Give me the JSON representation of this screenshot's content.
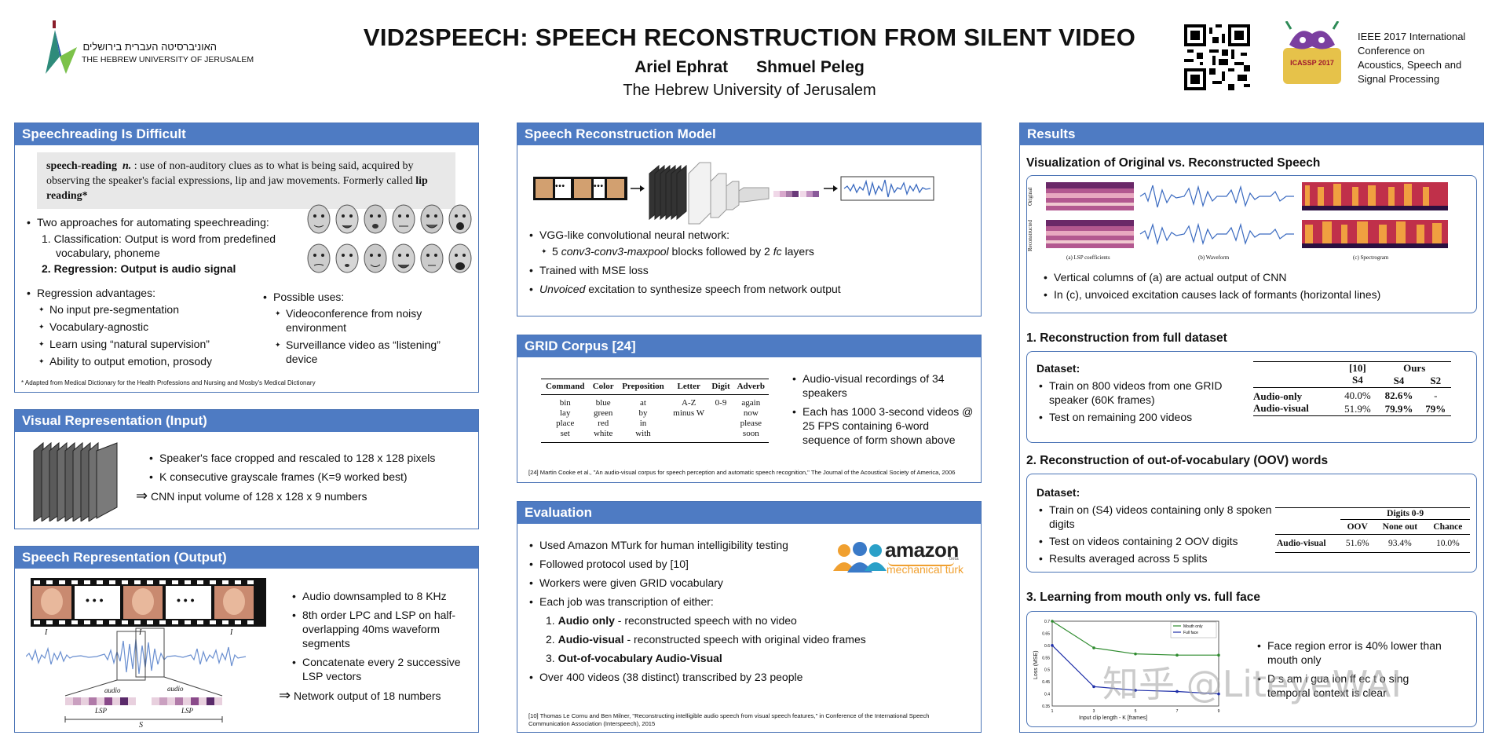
{
  "header": {
    "title": "VID2SPEECH: SPEECH RECONSTRUCTION FROM SILENT VIDEO",
    "author1": "Ariel Ephrat",
    "author2": "Shmuel Peleg",
    "affiliation": "The Hebrew University of Jerusalem",
    "logo_hebrew": "האוניברסיטה העברית בירושלים",
    "logo_english": "THE HEBREW UNIVERSITY OF JERUSALEM",
    "conf_lines": [
      "IEEE 2017 International",
      "Conference on",
      "Acoustics, Speech and",
      "Signal Processing"
    ],
    "conf_badge": "ICASSP 2017"
  },
  "speechreading": {
    "title": "Speechreading Is Difficult",
    "def_term": "speech-reading",
    "def_pos": "n.",
    "def_text": ": use of non-auditory clues as to what is being said, acquired by observing the speaker's facial expressions, lip and jaw movements. Formerly called ",
    "def_bold": "lip reading*",
    "b1": "Two approaches for automating speechreading:",
    "n1": "1. Classification: Output is word from predefined vocabulary, phoneme",
    "n2": "2. Regression: Output is audio signal",
    "b2": "Regression advantages:",
    "adv": [
      "No input pre-segmentation",
      "Vocabulary-agnostic",
      "Learn using “natural supervision”",
      "Ability to output emotion, prosody"
    ],
    "b3": "Possible uses:",
    "uses": [
      "Videoconference from noisy environment",
      "Surveillance video as “listening” device"
    ],
    "footnote": "* Adapted from Medical Dictionary for the Health Professions and Nursing and Mosby's Medical Dictionary"
  },
  "visual": {
    "title": "Visual Representation (Input)",
    "b1": "Speaker's face cropped and rescaled to 128 x 128 pixels",
    "b2": "K consecutive grayscale frames (K=9 worked best)",
    "arrow": "⇒",
    "result": "CNN input volume of 128 x 128 x 9 numbers"
  },
  "speechrep": {
    "title": "Speech Representation (Output)",
    "bullets": [
      "Audio downsampled to 8 KHz",
      "8th order LPC and LSP on half-overlapping 40ms waveform segments",
      "Concatenate every 2 successive LSP vectors"
    ],
    "arrow": "⇒",
    "result": "Network output of 18 numbers",
    "dots": "• • •",
    "lab_im": "I",
    "lab_audio1": "audio",
    "lab_audio2": "audio",
    "lab_lsp1": "LSP",
    "lab_lsp2": "LSP",
    "lab_s": "S"
  },
  "model": {
    "title": "Speech Reconstruction Model",
    "dots": "• • •",
    "b1": "VGG-like convolutional neural network:",
    "s1_pre": "5 ",
    "s1_it": "conv3-conv3-maxpool",
    "s1_mid": " blocks followed by 2 ",
    "s1_it2": "fc",
    "s1_post": " layers",
    "b2": "Trained with MSE loss",
    "b3_it": "Unvoiced",
    "b3_post": " excitation to synthesize speech from network output"
  },
  "grid": {
    "title": "GRID Corpus [24]",
    "headers": [
      "Command",
      "Color",
      "Preposition",
      "Letter",
      "Digit",
      "Adverb"
    ],
    "cols": [
      [
        "bin",
        "lay",
        "place",
        "set"
      ],
      [
        "blue",
        "green",
        "red",
        "white"
      ],
      [
        "at",
        "by",
        "in",
        "with"
      ],
      [
        "A-Z",
        "minus W"
      ],
      [
        "0-9"
      ],
      [
        "again",
        "now",
        "please",
        "soon"
      ]
    ],
    "b1": "Audio-visual recordings of 34 speakers",
    "b2": "Each has 1000 3-second videos @ 25 FPS containing 6-word sequence of form shown above",
    "ref": "[24] Martin Cooke et al., \"An audio-visual corpus for speech perception and automatic speech recognition,\" The Journal of the Acoustical Society of America, 2006"
  },
  "evaluation": {
    "title": "Evaluation",
    "b1": "Used Amazon MTurk for human intelligibility testing",
    "b2": "Followed protocol used by [10]",
    "b3": "Workers were given GRID vocabulary",
    "b4": "Each job was transcription of either:",
    "n1b": "Audio only",
    "n1": " - reconstructed speech with no video",
    "n2b": "Audio-visual",
    "n2": " - reconstructed speech with original video frames",
    "n3b": "Out-of-vocabulary Audio-Visual",
    "b5": "Over 400 videos (38 distinct) transcribed by 23 people",
    "amazon": "amazon",
    "mturk": "mechanical turk",
    "beta": "beta",
    "ref": "[10]  Thomas Le Cornu and Ben Milner, \"Reconstructing intelligible audio speech from visual speech features,\" in Conference of the International Speech Communication Association (Interspeech), 2015"
  },
  "results": {
    "title": "Results",
    "viz_title": "Visualization of Original vs. Reconstructed Speech",
    "viz_row1": "Original",
    "viz_row2": "Reconstructed",
    "viz_cap_a": "(a) LSP coefficients",
    "viz_cap_b": "(b) Waveform",
    "viz_cap_c": "(c) Spectrogram",
    "viz_b1": "Vertical columns of (a) are actual output of CNN",
    "viz_b2": "In (c), unvoiced excitation causes lack of formants (horizontal lines)",
    "r1_title": "1. Reconstruction from full dataset",
    "r1_dataset": "Dataset:",
    "r1_b1": "Train on 800 videos from one GRID speaker (60K frames)",
    "r1_b2": "Test on remaining 200 videos",
    "t1_h1": [
      "",
      "[10]",
      "Ours",
      ""
    ],
    "t1_h2": [
      "",
      "S4",
      "S4",
      "S2"
    ],
    "t1_rows": [
      [
        "Audio-only",
        "40.0%",
        "82.6%",
        "-"
      ],
      [
        "Audio-visual",
        "51.9%",
        "79.9%",
        "79%"
      ]
    ],
    "r2_title": "2. Reconstruction of out-of-vocabulary (OOV) words",
    "r2_dataset": "Dataset:",
    "r2_b1": "Train on (S4) videos containing only 8 spoken digits",
    "r2_b2": "Test on videos containing 2 OOV digits",
    "r2_b3": "Results averaged across 5 splits",
    "t2_group": "Digits 0-9",
    "t2_h": [
      "",
      "OOV",
      "None out",
      "Chance"
    ],
    "t2_row": [
      "Audio-visual",
      "51.6%",
      "93.4%",
      "10.0%"
    ],
    "r3_title": "3. Learning from mouth only vs. full face",
    "r3_b1": "Face region error is 40% lower than mouth only",
    "r3_b2": "D s am i gua ion  ff ec  t o  sing",
    "r3_b3": "temporal context is clear",
    "watermark": "知乎 @LiteyeWAI"
  },
  "chart_data": {
    "type": "line",
    "xlabel": "Input clip length - K [frames]",
    "ylabel": "Loss (MSE)",
    "x": [
      1,
      3,
      5,
      7,
      9
    ],
    "xlim": [
      1,
      9
    ],
    "ylim": [
      0.35,
      0.7
    ],
    "yticks": [
      "0.35",
      "0.4",
      "0.45",
      "0.5",
      "0.55",
      "0.6",
      "0.65",
      "0.7"
    ],
    "series": [
      {
        "name": "Mouth only",
        "color": "#2e8b2e",
        "values": [
          0.7,
          0.59,
          0.565,
          0.56,
          0.56
        ]
      },
      {
        "name": "Full face",
        "color": "#1f2fa8",
        "values": [
          0.6,
          0.43,
          0.415,
          0.41,
          0.4
        ]
      }
    ],
    "legend": "top-right"
  }
}
